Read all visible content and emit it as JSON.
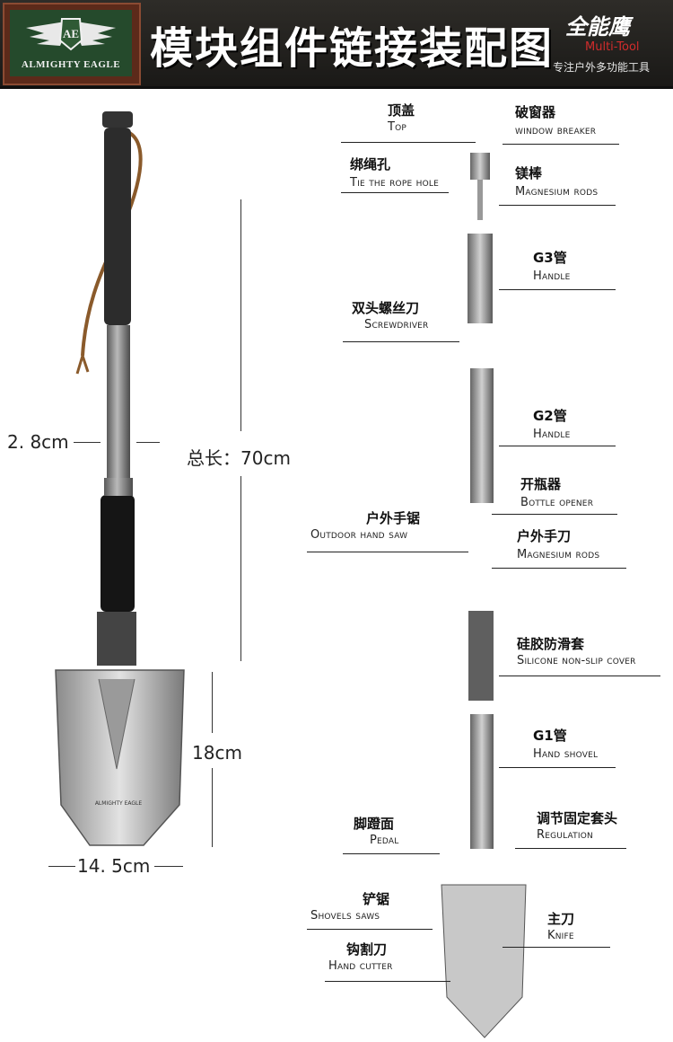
{
  "header": {
    "title": "模块组件链接装配图",
    "brand_cn": "全能鹰",
    "brand_en": "Multi-Tool",
    "tagline": "专注户外多功能工具",
    "logo_text": "ALMIGHTY EAGLE",
    "logo_initials": "AE",
    "colors": {
      "banner": "#1e1d1a",
      "logo_bg": "#254a2c",
      "logo_frame": "#5c2a1a",
      "accent": "#d12c2c"
    }
  },
  "dimensions": {
    "diameter": "2. 8cm",
    "total_length": "总长：70cm",
    "blade_height": "18cm",
    "blade_width": "14. 5cm"
  },
  "shovel_engraving": "ALMIGHTY EAGLE",
  "parts": [
    {
      "id": "top",
      "cn": "顶盖",
      "en": "Top"
    },
    {
      "id": "window-breaker",
      "cn": "破窗器",
      "en": "window breaker"
    },
    {
      "id": "tie-rope-hole",
      "cn": "绑绳孔",
      "en": "Tie the rope hole"
    },
    {
      "id": "magnesium-rods",
      "cn": "镁棒",
      "en": "Magnesium rods"
    },
    {
      "id": "g3-handle",
      "cn": "G3管",
      "en": "Handle"
    },
    {
      "id": "screwdriver",
      "cn": "双头螺丝刀",
      "en": "Screwdriver"
    },
    {
      "id": "g2-handle",
      "cn": "G2管",
      "en": "Handle"
    },
    {
      "id": "bottle-opener",
      "cn": "开瓶器",
      "en": "Bottle opener"
    },
    {
      "id": "outdoor-hand-saw",
      "cn": "户外手锯",
      "en": "Outdoor hand saw"
    },
    {
      "id": "outdoor-knife",
      "cn": "户外手刀",
      "en": "Magnesium rods"
    },
    {
      "id": "silicone-cover",
      "cn": "硅胶防滑套",
      "en": "Silicone non-slip cover"
    },
    {
      "id": "g1-hand-shovel",
      "cn": "G1管",
      "en": "Hand shovel"
    },
    {
      "id": "pedal",
      "cn": "脚蹬面",
      "en": "Pedal"
    },
    {
      "id": "regulation",
      "cn": "调节固定套头",
      "en": "Regulation"
    },
    {
      "id": "shovel-saws",
      "cn": "铲锯",
      "en": "Shovels saws"
    },
    {
      "id": "knife",
      "cn": "主刀",
      "en": "Knife"
    },
    {
      "id": "hand-cutter",
      "cn": "钩割刀",
      "en": "Hand cutter"
    }
  ]
}
